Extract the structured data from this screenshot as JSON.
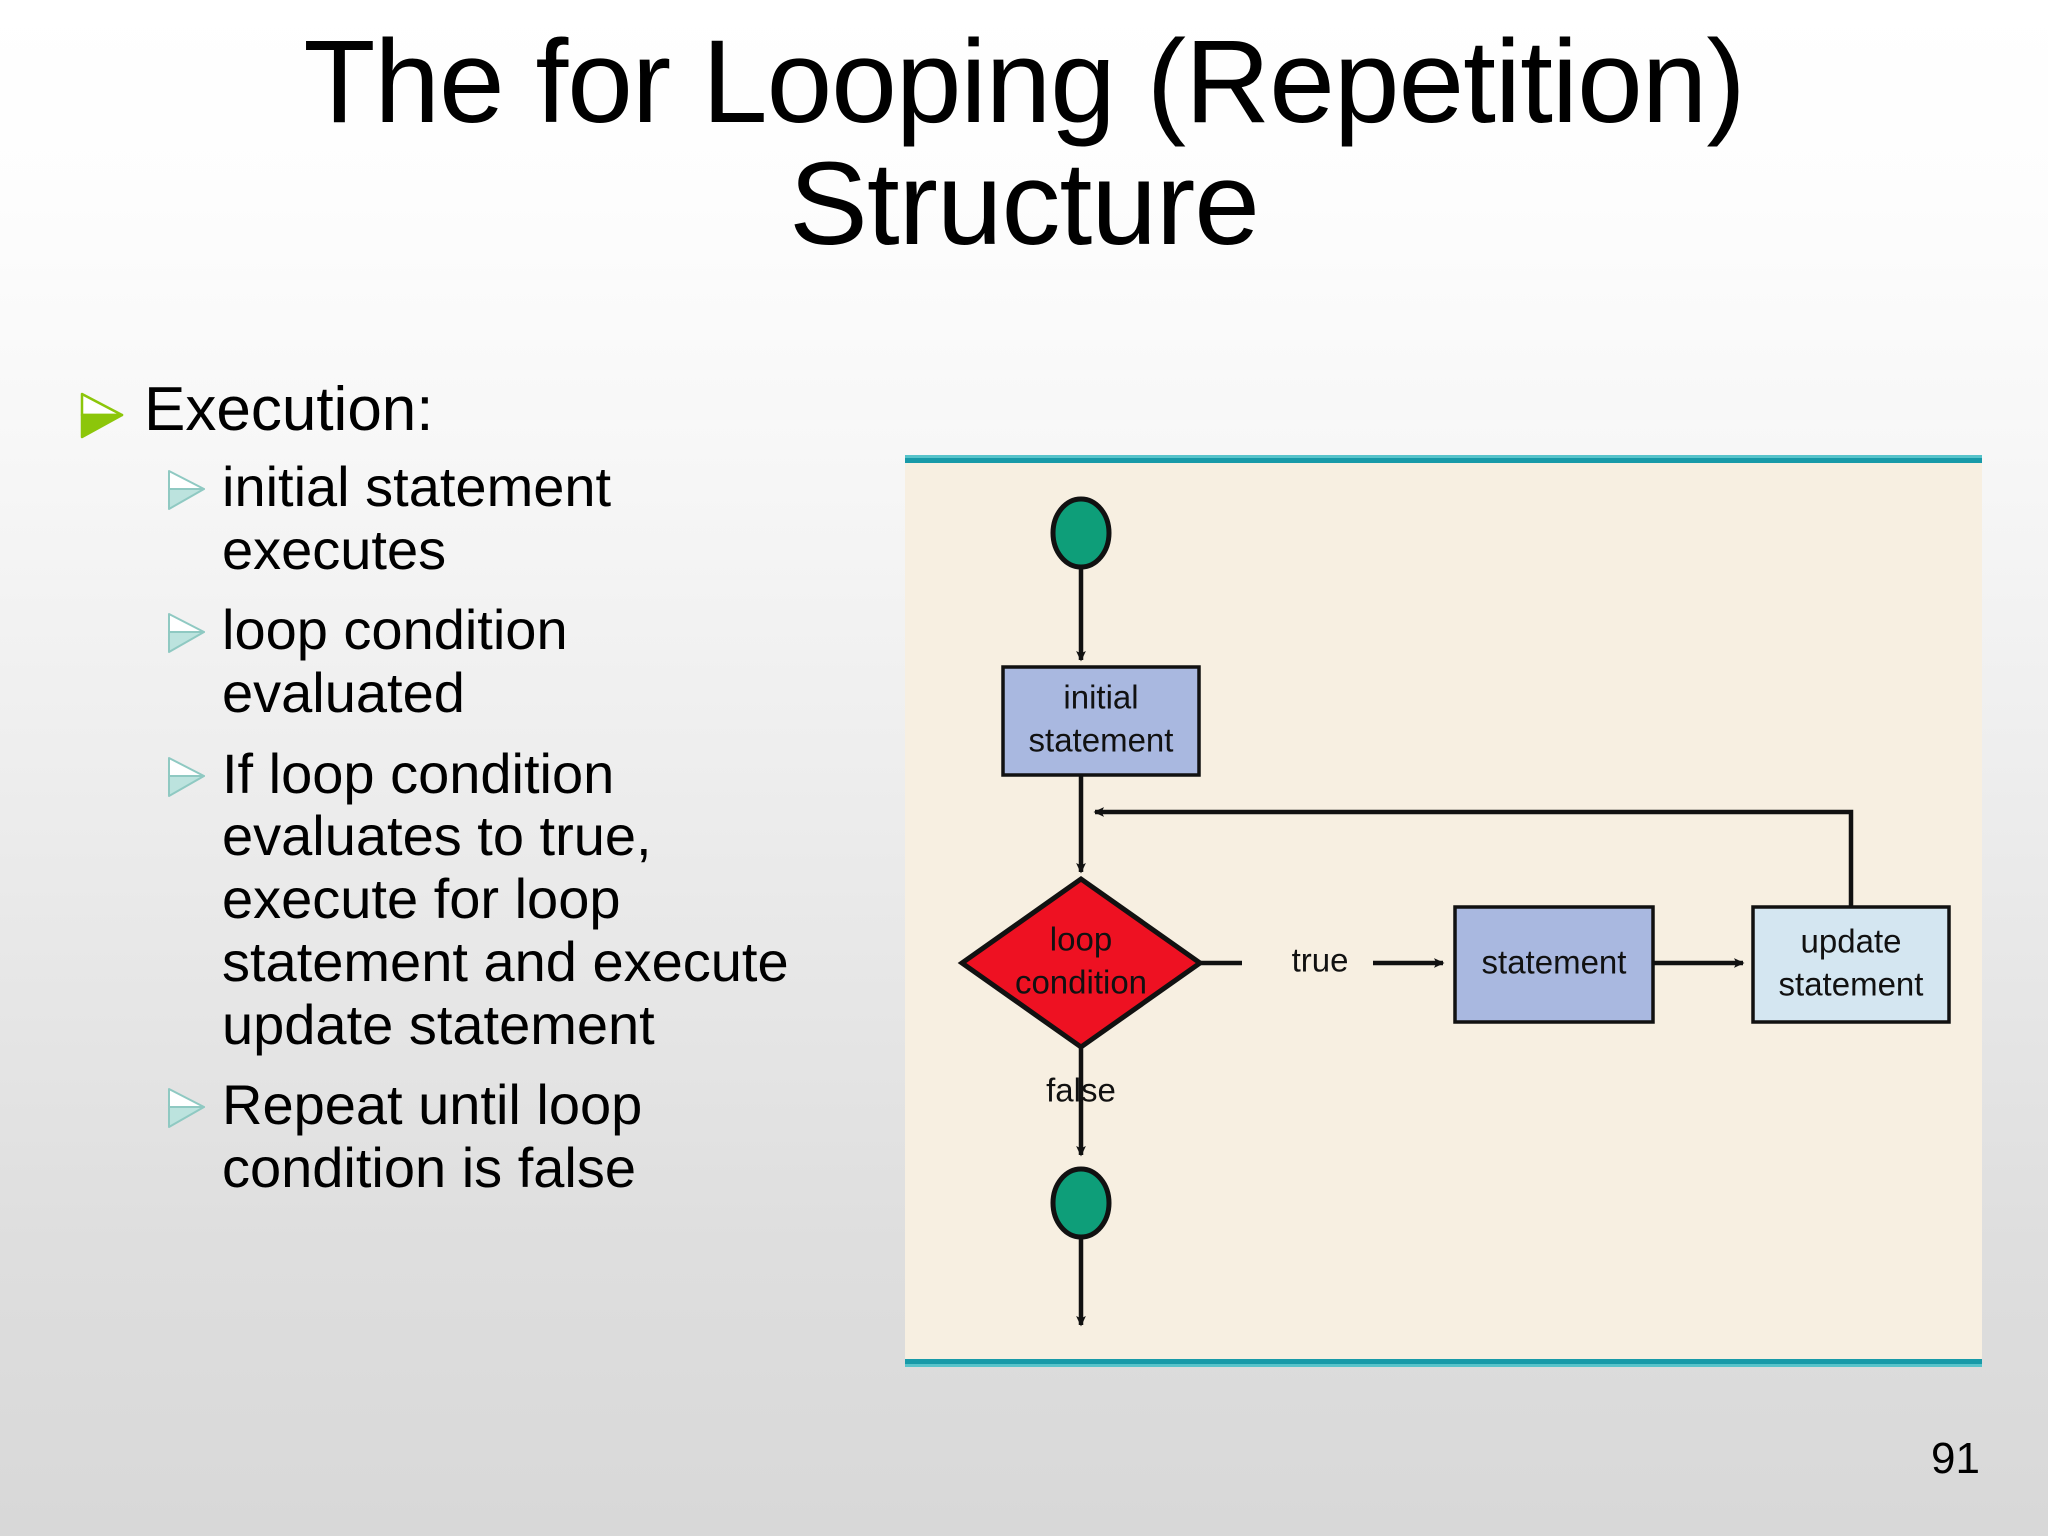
{
  "slide": {
    "title_lines": [
      "The for Looping (Repetition)",
      "Structure"
    ],
    "page_number": "91",
    "background_top_color": "#ffffff",
    "background_bottom_color": "#d8d8d8"
  },
  "bullets": {
    "level1": {
      "text": "Execution:",
      "marker_color": "#8CC60A",
      "marker_icon": "arrowhead-bullet-icon"
    },
    "level2_marker_color": "#BCE3DE",
    "items": [
      {
        "text": "initial statement executes"
      },
      {
        "text": "loop condition evaluated"
      },
      {
        "text": "If loop condition evaluates to true, execute for loop statement and execute update statement"
      },
      {
        "text": "Repeat until loop condition is false"
      }
    ]
  },
  "figure": {
    "caption": "",
    "background_color": "#F7EFE1",
    "border_color": "#189AA8",
    "colors": {
      "start_node": "#0E9E79",
      "end_node": "#0E9E79",
      "decision": "#EE1122",
      "process_box": "#A9B8E0",
      "update_box": "#D4E6F1",
      "stroke": "#111111"
    },
    "nodes": [
      {
        "id": "start",
        "type": "terminator",
        "label": ""
      },
      {
        "id": "initial",
        "type": "process",
        "label_lines": [
          "initial",
          "statement"
        ]
      },
      {
        "id": "condition",
        "type": "decision",
        "label_lines": [
          "loop",
          "condition"
        ]
      },
      {
        "id": "statement",
        "type": "process",
        "label_lines": [
          "statement"
        ]
      },
      {
        "id": "update",
        "type": "process",
        "label_lines": [
          "update",
          "statement"
        ]
      },
      {
        "id": "end",
        "type": "terminator",
        "label": ""
      }
    ],
    "edge_labels": {
      "true": "true",
      "false": "false"
    }
  }
}
